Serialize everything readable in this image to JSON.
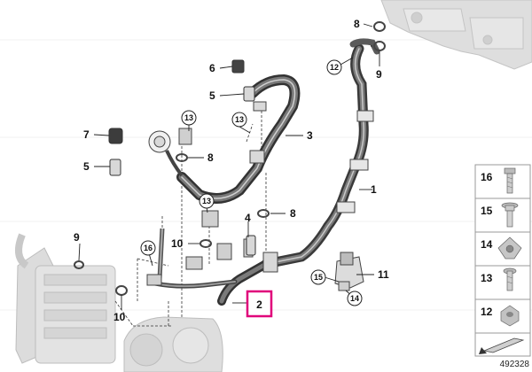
{
  "diagram": {
    "id": "492328",
    "highlight_color": "#e0007a",
    "callouts": {
      "c1": "1",
      "c2": "2",
      "c3": "3",
      "c4": "4",
      "c5a": "5",
      "c5b": "5",
      "c6": "6",
      "c7": "7",
      "c8a": "8",
      "c8b": "8",
      "c8c": "8",
      "c9a": "9",
      "c9b": "9",
      "c10a": "10",
      "c10b": "10",
      "c11": "11",
      "c12": "12",
      "c13a": "13",
      "c13b": "13",
      "c13c": "13",
      "c14": "14",
      "c15": "15",
      "c16": "16"
    },
    "legend": [
      {
        "label": "16",
        "icon": "bolt-icon"
      },
      {
        "label": "15",
        "icon": "collar-bolt-icon"
      },
      {
        "label": "14",
        "icon": "clip-nut-icon"
      },
      {
        "label": "13",
        "icon": "screw-icon"
      },
      {
        "label": "12",
        "icon": "hex-nut-icon"
      }
    ]
  }
}
